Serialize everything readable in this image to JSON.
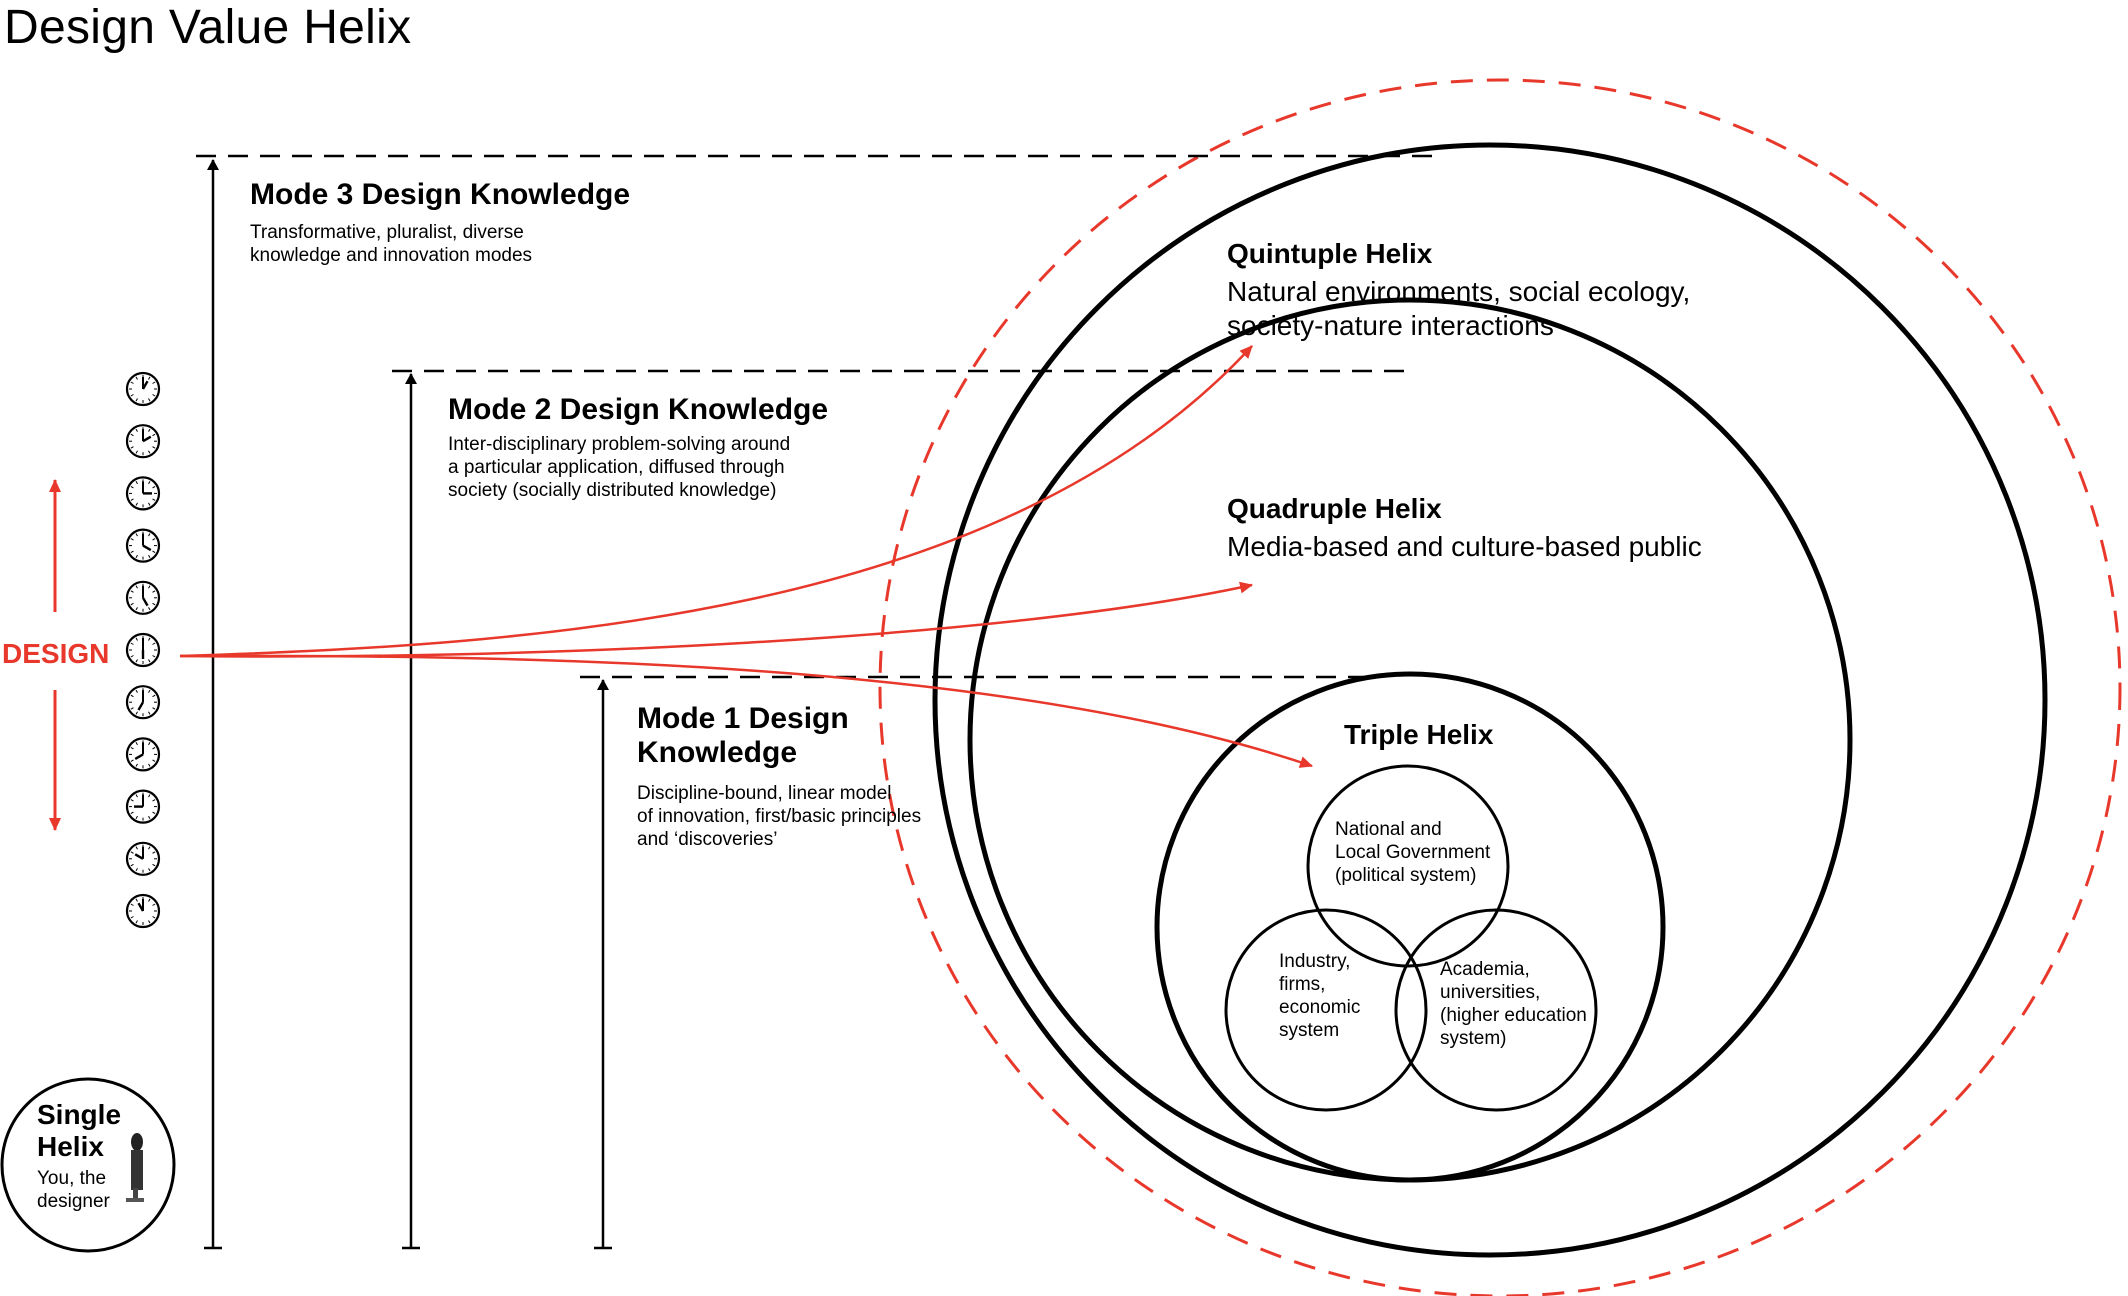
{
  "title": "Design Value Helix",
  "design_label": "DESIGN",
  "modes": [
    {
      "heading": "Mode 3 Design Knowledge",
      "description": "Transformative, pluralist, diverse\nknowledge and innovation modes"
    },
    {
      "heading": "Mode 2 Design Knowledge",
      "description": "Inter-disciplinary problem-solving around\na particular application, diffused through\nsociety (socially distributed knowledge)"
    },
    {
      "heading": "Mode 1 Design\nKnowledge",
      "description": "Discipline-bound, linear model\nof innovation, first/basic principles\nand ‘discoveries’"
    }
  ],
  "helices": {
    "quintuple": {
      "heading": "Quintuple Helix",
      "description": "Natural environments, social ecology,\nsociety-nature interactions"
    },
    "quadruple": {
      "heading": "Quadruple Helix",
      "description": "Media-based and culture-based public"
    },
    "triple": {
      "heading": "Triple Helix"
    }
  },
  "triple_sectors": {
    "government": "National and\nLocal Government\n(political system)",
    "industry": "Industry,\nfirms,\neconomic\nsystem",
    "academia": "Academia,\nuniversities,\n(higher education\nsystem)"
  },
  "single_helix": {
    "heading": "Single\nHelix",
    "description": "You, the\ndesigner"
  },
  "colors": {
    "accent": "#e8382b",
    "line": "#000000"
  },
  "icons": [
    "clock-icon",
    "arrow-up-icon",
    "arrow-down-icon",
    "person-icon"
  ]
}
